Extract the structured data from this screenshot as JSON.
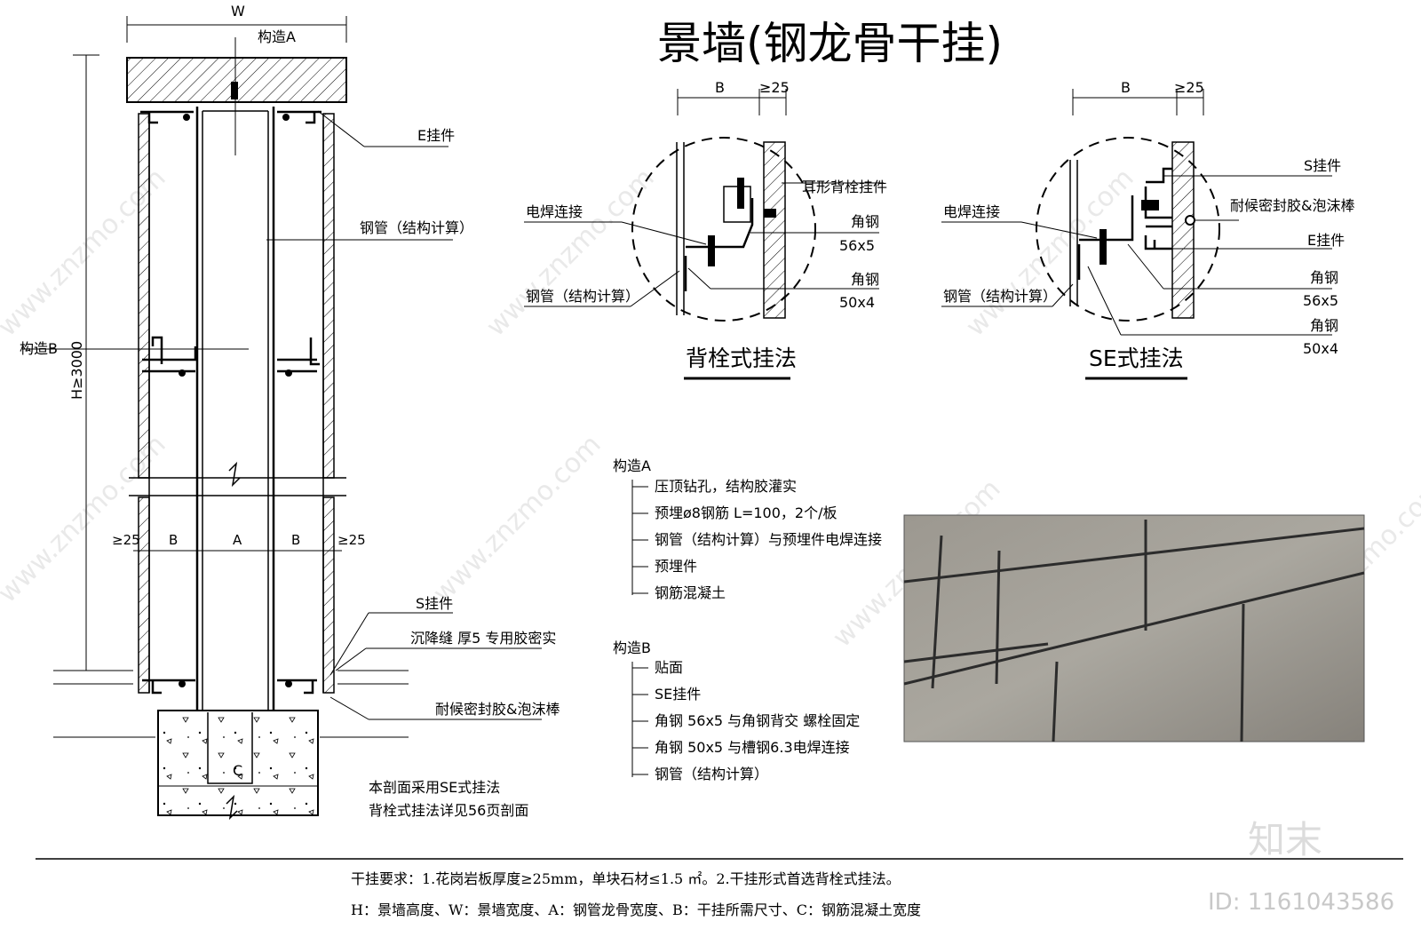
{
  "title": "景墙(钢龙骨干挂)",
  "elevation": {
    "dim_w": "W",
    "dim_h": "H≥3000",
    "labels": {
      "gouzao_a": "构造A",
      "gouzao_b": "构造B",
      "e_hook": "E挂件",
      "steel_pipe": "钢管（结构计算）",
      "s_hook": "S挂件",
      "settle_joint": "沉降缝 厚5 专用胶密实",
      "sealant": "耐候密封胶&泡沫棒",
      "c": "C"
    },
    "bottom_dims": [
      "≥25",
      "B",
      "A",
      "B",
      "≥25"
    ],
    "notes": [
      "本剖面采用SE式挂法",
      "背栓式挂法详见56页剖面"
    ]
  },
  "detail_back_bolt": {
    "dim_b": "B",
    "dim_gap": "≥25",
    "caption": "背栓式挂法",
    "labels": {
      "weld": "电焊连接",
      "pipe": "钢管（结构计算）",
      "hook": "耳形背栓挂件",
      "angle1": "角钢",
      "angle1_size": "56x5",
      "angle2": "角钢",
      "angle2_size": "50x4"
    }
  },
  "detail_se": {
    "dim_b": "B",
    "dim_gap": "≥25",
    "caption": "SE式挂法",
    "labels": {
      "weld": "电焊连接",
      "pipe": "钢管（结构计算）",
      "s_hook": "S挂件",
      "sealant": "耐候密封胶&泡沫棒",
      "e_hook": "E挂件",
      "angle1": "角钢",
      "angle1_size": "56x5",
      "angle2": "角钢",
      "angle2_size": "50x4"
    }
  },
  "construction_a": {
    "heading": "构造A",
    "items": [
      "压顶钻孔，结构胶灌实",
      "预埋ø8钢筋 L=100，2个/板",
      "钢管（结构计算）与预埋件电焊连接",
      "预埋件",
      "钢筋混凝土"
    ]
  },
  "construction_b": {
    "heading": "构造B",
    "items": [
      "贴面",
      "SE挂件",
      "角钢 56x5 与角钢背交 螺栓固定",
      "角钢 50x5 与槽钢6.3电焊连接",
      "钢管（结构计算）"
    ]
  },
  "footer": {
    "line1": "干挂要求：1.花岗岩板厚度≥25mm，单块石材≤1.5 ㎡。2.干挂形式首选背栓式挂法。",
    "line2": "H：景墙高度、W：景墙宽度、A：钢管龙骨宽度、B：干挂所需尺寸、C：钢筋混凝土宽度"
  },
  "brand": {
    "logo": "知末",
    "id": "ID: 1161043586",
    "watermark": "www.znzmo.com"
  },
  "colors": {
    "line": "#000000",
    "photo_stone": "#8e8a83",
    "photo_joint": "#2c2c2c"
  }
}
